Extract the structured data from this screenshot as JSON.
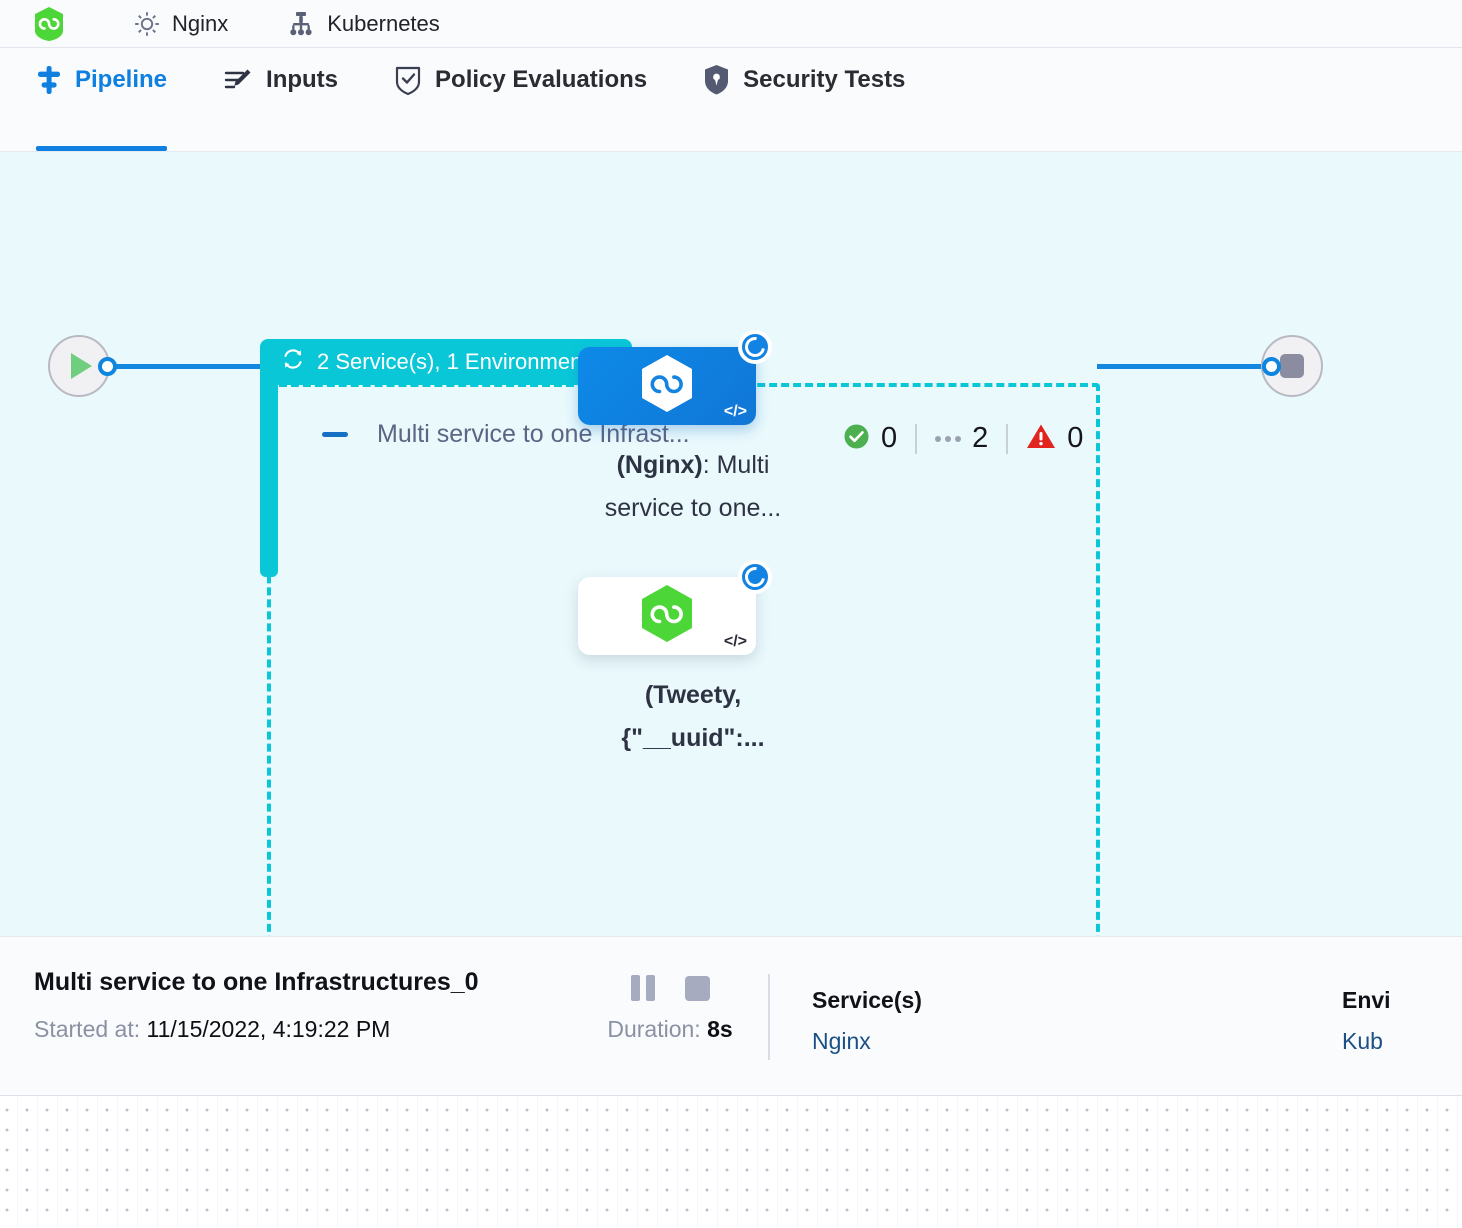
{
  "topbar": {
    "items": [
      {
        "icon": "hexagon-green-icon",
        "label": ""
      },
      {
        "icon": "gear-icon",
        "label": "Nginx"
      },
      {
        "icon": "infrastructure-icon",
        "label": "Kubernetes"
      }
    ]
  },
  "tabs": [
    {
      "id": "pipeline",
      "label": "Pipeline",
      "icon": "pipeline-icon",
      "active": true
    },
    {
      "id": "inputs",
      "label": "Inputs",
      "icon": "inputs-icon",
      "active": false
    },
    {
      "id": "policy",
      "label": "Policy Evaluations",
      "icon": "policy-shield-check-icon",
      "active": false
    },
    {
      "id": "security",
      "label": "Security Tests",
      "icon": "security-shield-icon",
      "active": false
    }
  ],
  "canvas": {
    "group": {
      "badge_label": "2 Service(s), 1 Environment(s)",
      "badge_icon": "loop-repeat-icon",
      "badge_color": "#0ac7d8",
      "title": "Multi service to one Infrast...",
      "collapse_icon": "collapse-dash-icon",
      "counters": {
        "success_label": "0",
        "running_label": "2",
        "failed_label": "0"
      }
    },
    "start_node": {
      "icon": "play-icon",
      "name": "start-node"
    },
    "end_node": {
      "icon": "stop-icon",
      "name": "end-node"
    },
    "nodes": [
      {
        "id": "nginx-node",
        "label_bold": "(Nginx)",
        "label_rest": ": Multi service to one...",
        "style": "blue",
        "status_icon": "running-spinner-icon",
        "code_glyph": "</>",
        "service_icon": "harness-hexagon-white-icon"
      },
      {
        "id": "tweety-node",
        "label_bold": "(Tweety, {\"__uuid\":...",
        "label_rest": "",
        "style": "white",
        "status_icon": "running-spinner-icon",
        "code_glyph": "</>",
        "service_icon": "harness-hexagon-green-icon"
      }
    ]
  },
  "detail": {
    "title": "Multi service to one Infrastructures_0",
    "started_label": "Started at:",
    "started_value": "11/15/2022, 4:19:22 PM",
    "pause_icon": "pause-icon",
    "stop_icon": "stop-icon",
    "duration_label": "Duration:",
    "duration_value": "8s",
    "columns": [
      {
        "head": "Service(s)",
        "value": "Nginx"
      },
      {
        "head": "Envi",
        "value": "Kub"
      }
    ]
  }
}
